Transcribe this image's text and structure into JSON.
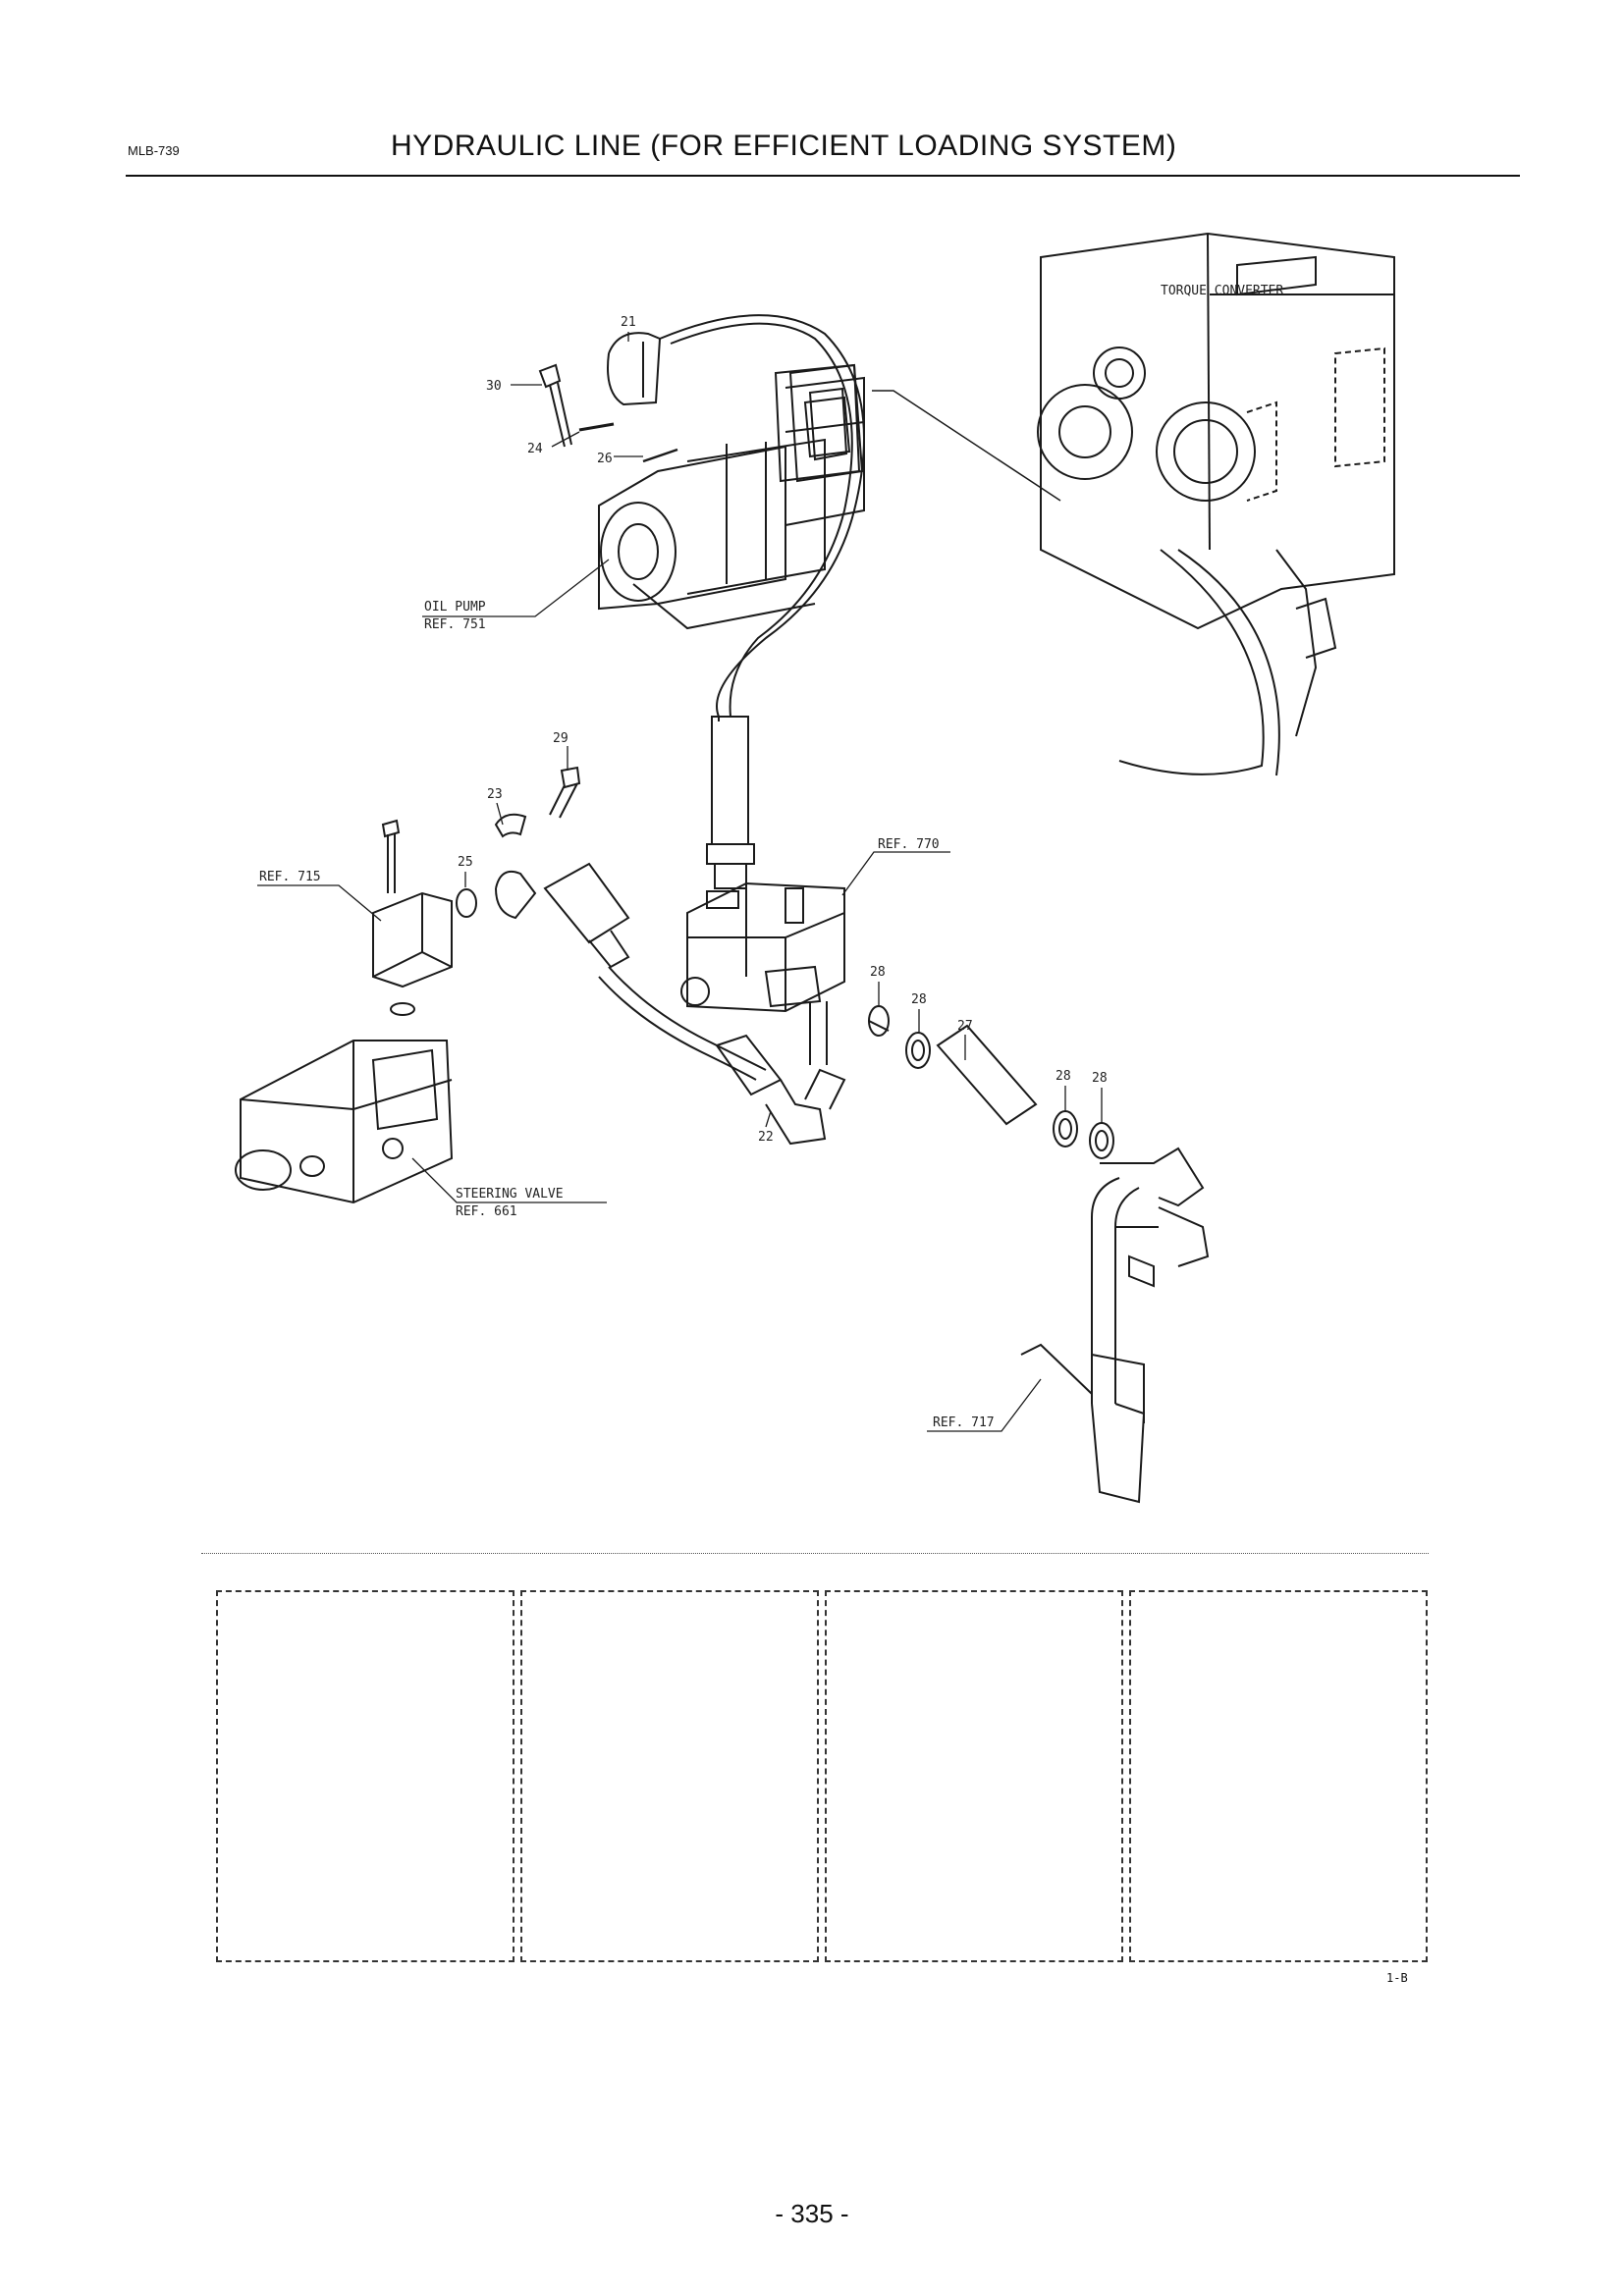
{
  "header": {
    "doc_code": "MLB-739",
    "title": "HYDRAULIC LINE (FOR EFFICIENT LOADING SYSTEM)"
  },
  "diagram": {
    "component_labels": {
      "torque_converter": "TORQUE CONVERTER",
      "oil_pump": "OIL PUMP",
      "oil_pump_ref": "REF. 751",
      "ref_715": "REF. 715",
      "ref_770": "REF. 770",
      "steering_valve": "STEERING VALVE",
      "steering_valve_ref": "REF. 661",
      "ref_717": "REF. 717"
    },
    "part_numbers": {
      "p21": "21",
      "p30": "30",
      "p24": "24",
      "p26": "26",
      "p29": "29",
      "p23": "23",
      "p25": "25",
      "p28a": "28",
      "p28b": "28",
      "p27": "27",
      "p28c": "28",
      "p28d": "28",
      "p22": "22"
    }
  },
  "footer": {
    "sheet_ref": "1-B",
    "page_number": "- 335 -"
  }
}
